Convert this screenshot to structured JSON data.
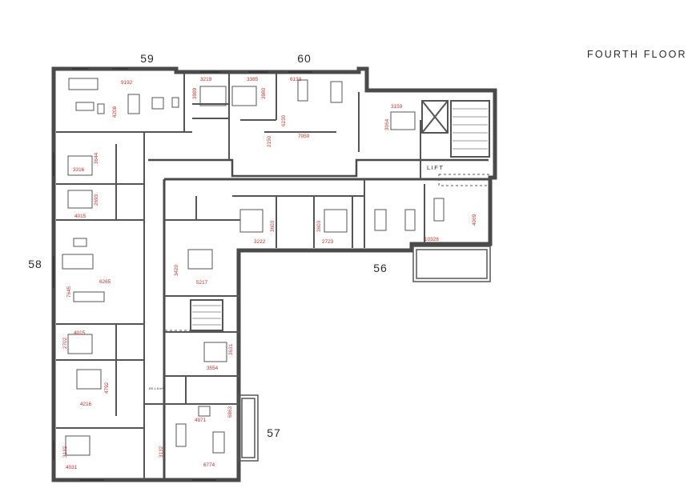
{
  "floor_title": "FOURTH FLOOR",
  "lift_label": "LIFT",
  "store_label": "BS\n1.8 m²",
  "units": [
    "59",
    "60",
    "58",
    "56",
    "57"
  ],
  "dimensions": [
    "9192",
    "4208",
    "3219",
    "3989",
    "3385",
    "3980",
    "6133",
    "6230",
    "2150",
    "7059",
    "3159",
    "3064",
    "3644",
    "3316",
    "2693",
    "4015",
    "7645",
    "6265",
    "4015",
    "2702",
    "4792",
    "4216",
    "3132",
    "4031",
    "3222",
    "3603",
    "3603",
    "2723",
    "10328",
    "4069",
    "3420",
    "5217",
    "3631",
    "3554",
    "4971",
    "6863",
    "3132",
    "6774"
  ],
  "colors": {
    "wall": "#4a4a4a",
    "line": "#555555",
    "dimension": "#c0302a",
    "text": "#2a2a2a"
  }
}
